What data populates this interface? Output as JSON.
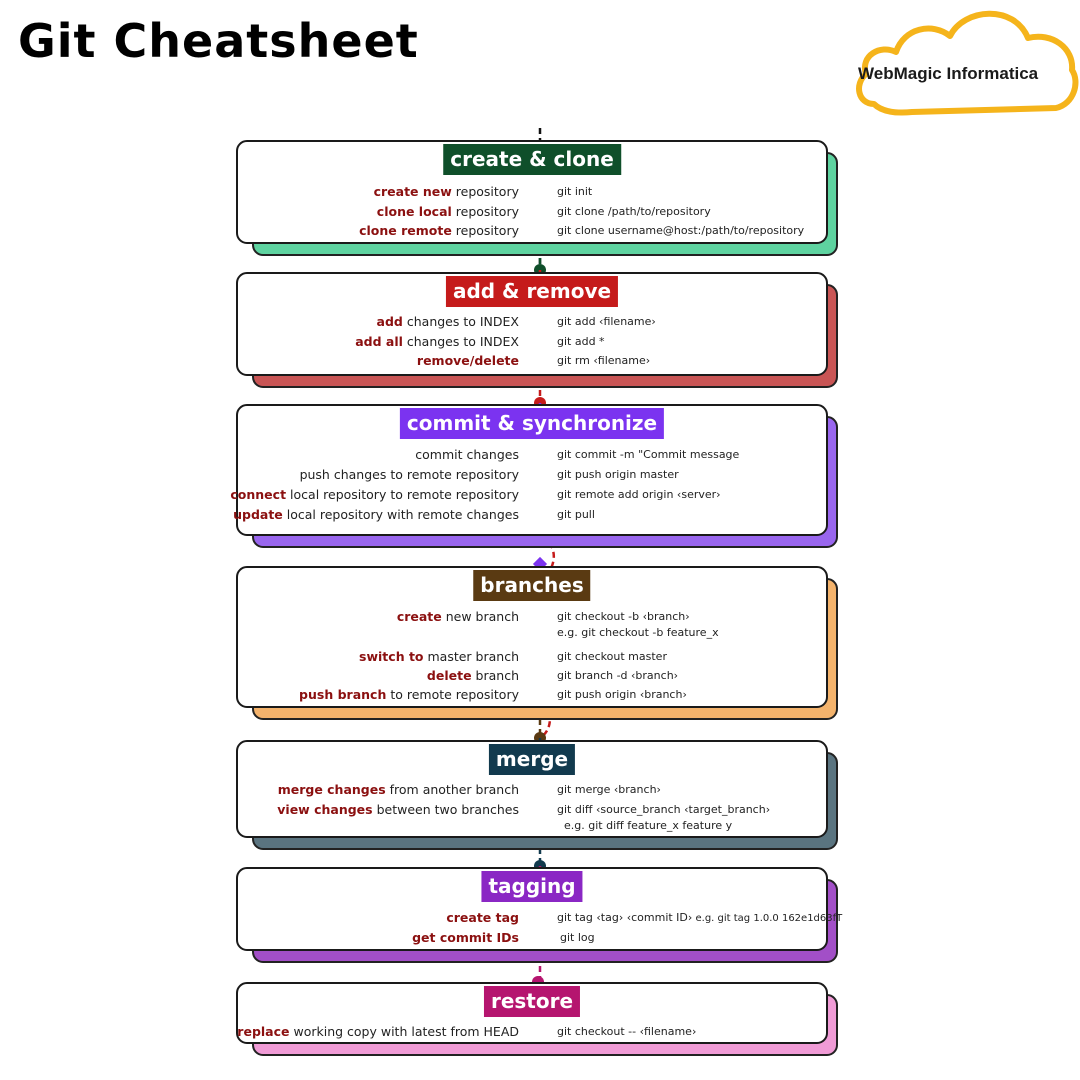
{
  "title": "Git Cheatsheet",
  "brand": {
    "name": "WebMagic Informatica",
    "cloud_color": "#f5b41b"
  },
  "colors": {
    "create_clone": "#0f4f2a",
    "create_clone_shadow": "#5ed3a0",
    "add_remove": "#c51b1b",
    "add_remove_shadow": "#c95555",
    "commit_sync": "#7b33f0",
    "commit_sync_shadow": "#9966ee",
    "branches": "#5a3a12",
    "branches_shadow": "#f4b36c",
    "merge": "#123a4e",
    "merge_shadow": "#5a7480",
    "tagging": "#8a27c4",
    "tagging_shadow": "#a24fc7",
    "restore": "#b5156f",
    "restore_shadow": "#f09bd6",
    "highlight": "#8b1010"
  },
  "sections": [
    {
      "name": "create & clone",
      "rows": [
        {
          "hl": "create new",
          "rest": " repository",
          "cmd": "git init"
        },
        {
          "hl": "clone local",
          "rest": " repository",
          "cmd": "git clone /path/to/repository"
        },
        {
          "hl": "clone remote",
          "rest": " repository",
          "cmd": "git clone username@host:/path/to/repository"
        }
      ]
    },
    {
      "name": "add & remove",
      "rows": [
        {
          "hl": "add",
          "rest": " changes to INDEX",
          "cmd": "git add ‹filename›"
        },
        {
          "hl": "add all",
          "rest": " changes to INDEX",
          "cmd": "git add *"
        },
        {
          "hl": "remove/delete",
          "rest": "",
          "cmd": "git rm ‹filename›"
        }
      ]
    },
    {
      "name": "commit & synchronize",
      "rows": [
        {
          "hl": "",
          "rest": "commit changes",
          "cmd": "git commit -m \"Commit message"
        },
        {
          "hl": "",
          "rest": "push changes to remote repository",
          "cmd": "git push origin master"
        },
        {
          "hl": "connect",
          "rest": " local repository to remote repository",
          "cmd": "git remote add origin ‹server›"
        },
        {
          "hl": "update",
          "rest": " local repository with remote changes",
          "cmd": "git pull"
        }
      ]
    },
    {
      "name": "branches",
      "rows": [
        {
          "hl": "create",
          "rest": " new branch",
          "cmd": "git checkout -b ‹branch›",
          "sub": "e.g. git checkout -b feature_x"
        },
        {
          "hl": "switch to",
          "rest": " master branch",
          "cmd": "git checkout master"
        },
        {
          "hl": "delete",
          "rest": " branch",
          "cmd": "git branch -d ‹branch›"
        },
        {
          "hl": "push branch",
          "rest": " to remote repository",
          "cmd": "git push origin ‹branch›"
        }
      ]
    },
    {
      "name": "merge",
      "rows": [
        {
          "hl": "merge changes",
          "rest": " from another branch",
          "cmd": "git merge ‹branch›"
        },
        {
          "hl": "view changes",
          "rest": " between two branches",
          "cmd": "git diff ‹source_branch ‹target_branch›",
          "sub": "e.g. git diff feature_x feature y"
        }
      ]
    },
    {
      "name": "tagging",
      "rows": [
        {
          "hl": "create tag",
          "rest": "",
          "cmd": "git tag ‹tag› ‹commit ID›",
          "cmd_note": " e.g. git tag 1.0.0 162e1d63fT"
        },
        {
          "hl": "get commit IDs",
          "rest": "",
          "cmd": "git log"
        }
      ]
    },
    {
      "name": "restore",
      "rows": [
        {
          "hl": "replace",
          "rest": " working copy with latest from HEAD",
          "cmd": "git checkout -- ‹filename›"
        }
      ]
    }
  ]
}
